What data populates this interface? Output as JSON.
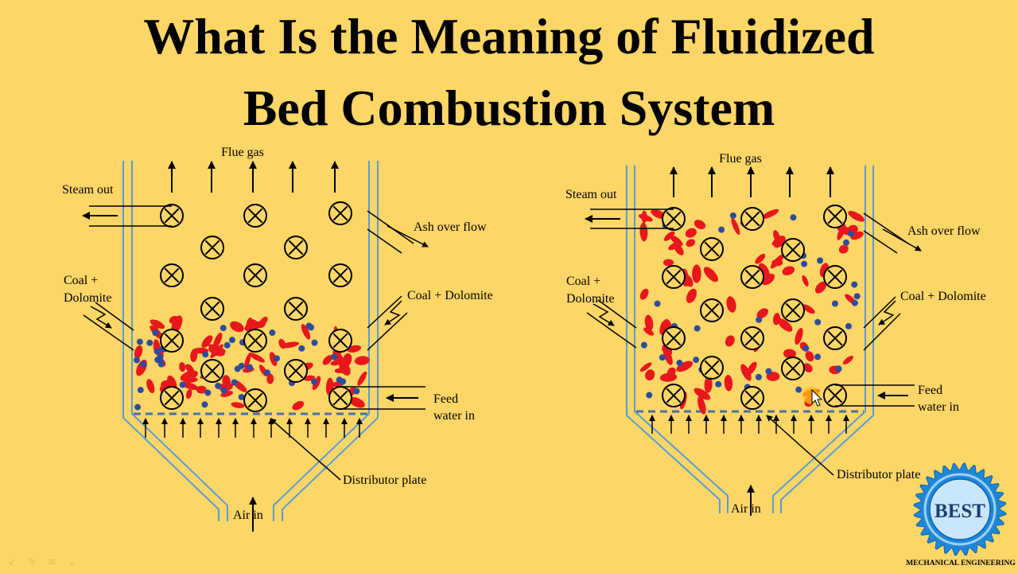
{
  "title": {
    "line1": "What Is the Meaning of Fluidized",
    "line2": "Bed Combustion  System"
  },
  "left_diagram": {
    "flue_gas": "Flue gas",
    "steam_out": "Steam out",
    "ash_overflow": "Ash over flow",
    "coal_left_1": "Coal +",
    "coal_left_2": "Dolomite",
    "coal_right": "Coal + Dolomite",
    "feed_1": "Feed",
    "feed_2": "water in",
    "distributor": "Distributor plate",
    "air_in": "Air in"
  },
  "right_diagram": {
    "flue_gas": "Flue gas",
    "steam_out": "Steam out",
    "ash_overflow": "Ash over flow",
    "coal_left_1": "Coal +",
    "coal_left_2": "Dolomite",
    "coal_right": "Coal + Dolomite",
    "feed_1": "Feed",
    "feed_2": "water in",
    "distributor": "Distributor  plate",
    "air_in": "Air in"
  },
  "logo": {
    "main": "BEST",
    "sub": "MECHANICAL ENGINEERING"
  },
  "colors": {
    "background": "#FCD667",
    "wall": "#5B9BD5",
    "particle_red": "#E8171C",
    "particle_blue": "#2E4C9C",
    "logo_blue": "#1E88D8"
  },
  "icons": {
    "tube": "circled-x-icon",
    "logo": "gear-icon",
    "cursor": "cursor-arrow-icon"
  }
}
